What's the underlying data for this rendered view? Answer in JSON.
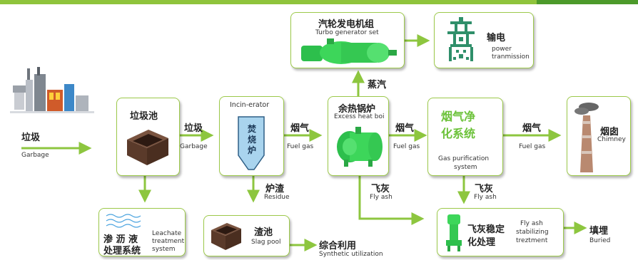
{
  "garbage_input": {
    "zh": "垃圾",
    "en": "Garbage"
  },
  "pool": {
    "zh": "垃圾池"
  },
  "arrow1": {
    "zh": "垃圾",
    "en": "Garbage"
  },
  "incinerator": {
    "title_en": "Incin-erator",
    "body_zh": "焚烧炉"
  },
  "arrow2": {
    "zh": "烟气",
    "en": "Fuel gas"
  },
  "boiler": {
    "zh": "余热锅炉",
    "en": "Excess heat boiler"
  },
  "steam": {
    "zh": "蒸汽"
  },
  "turbine": {
    "zh": "汽轮发电机组",
    "en": "Turbo generator set"
  },
  "power": {
    "zh": "输电",
    "en_line1": "power",
    "en_line2": "tranmission"
  },
  "arrow3": {
    "zh": "烟气",
    "en": "Fuel gas"
  },
  "purification": {
    "zh_line1": "烟气净",
    "zh_line2": "化系统",
    "en_line1": "Gas purification",
    "en_line2": "system"
  },
  "arrow4": {
    "zh": "烟气",
    "en": "Fuel gas"
  },
  "chimney": {
    "zh": "烟囱",
    "en": "Chimney"
  },
  "residue": {
    "zh": "炉渣",
    "en": "Residue"
  },
  "flyash1": {
    "zh": "飞灰",
    "en": "Fly ash"
  },
  "flyash2": {
    "zh": "飞灰",
    "en": "Fly ash"
  },
  "leachate": {
    "zh_line1": "渗 沥 液",
    "zh_line2": "处理系统",
    "en_line1": "Leachate",
    "en_line2": "treatment",
    "en_line3": "system"
  },
  "slag_pool": {
    "zh": "渣池",
    "en": "Slag pool"
  },
  "synthetic": {
    "zh": "综合利用",
    "en": "Synthetic utilization"
  },
  "stabilizing": {
    "zh_line1": "飞灰稳定",
    "zh_line2": "化处理",
    "en_line1": "Fly ash",
    "en_line2": "stabilizing",
    "en_line3": "treztment"
  },
  "buried": {
    "zh": "填埋",
    "en": "Buried"
  },
  "colors": {
    "arrow": "#8dc63f",
    "border": "#9cc94a",
    "machine": "#3dd65a",
    "purify_text": "#6cc23a",
    "bin": "#5a3a2a"
  },
  "icons": [
    "plant-icon",
    "garbage-bin-icon",
    "incinerator-furnace-icon",
    "boiler-icon",
    "turbine-icon",
    "power-tower-icon",
    "chimney-icon",
    "water-waves-icon",
    "stabilizer-icon"
  ]
}
